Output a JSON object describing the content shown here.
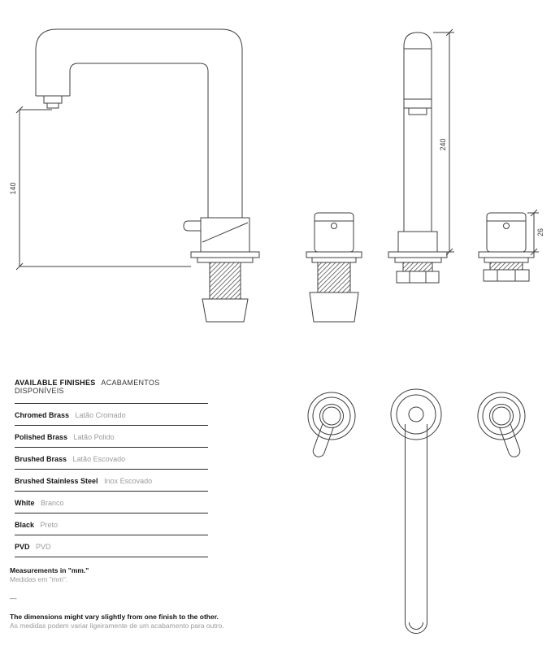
{
  "page": {
    "background": "#ffffff",
    "line_color": "#3f3f3f"
  },
  "dimensions": {
    "side_spout_height": "140",
    "front_total_height": "240",
    "handle_height": "26",
    "unit": "mm"
  },
  "finishes": {
    "header_en": "AVAILABLE FINISHES",
    "header_pt": "ACABAMENTOS DISPONÍVEIS",
    "rows": [
      {
        "en": "Chromed Brass",
        "pt": "Latão Cromado"
      },
      {
        "en": "Polished Brass",
        "pt": "Latão Polido"
      },
      {
        "en": "Brushed Brass",
        "pt": "Latão Escovado"
      },
      {
        "en": "Brushed Stainless Steel",
        "pt": "Inox Escovado"
      },
      {
        "en": "White",
        "pt": "Branco"
      },
      {
        "en": "Black",
        "pt": "Preto"
      },
      {
        "en": "PVD",
        "pt": "PVD"
      }
    ]
  },
  "notes": {
    "measurements_en": "Measurements in \"mm.\"",
    "measurements_pt": "Medidas em \"mm\".",
    "divider": "—",
    "tolerance_en": "The dimensions might vary slightly from one finish to the other.",
    "tolerance_pt": "As medidas podem variar ligeiramente de um acabamento para outro."
  }
}
